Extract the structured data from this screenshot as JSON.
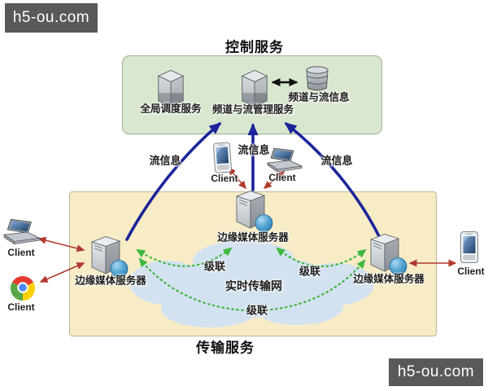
{
  "watermark": {
    "top_left": "h5-ou.com",
    "bottom_right": "h5-ou.com"
  },
  "control": {
    "title": "控制服务",
    "nodes": [
      {
        "id": "global-scheduler",
        "label": "全局调度服务",
        "icon": "server-box-icon"
      },
      {
        "id": "channel-stream-manager",
        "label": "频道与流管理服务",
        "icon": "server-box-icon"
      },
      {
        "id": "channel-stream-info",
        "label": "频道与流信息",
        "icon": "database-icon"
      }
    ]
  },
  "transport": {
    "title": "传输服务",
    "cloud_label": "实时传输网",
    "servers": [
      {
        "id": "edge-server-left",
        "label": "边缘媒体服务器",
        "icon": "edge-server-icon"
      },
      {
        "id": "edge-server-middle",
        "label": "边缘媒体服务器",
        "icon": "edge-server-icon"
      },
      {
        "id": "edge-server-right",
        "label": "边缘媒体服务器",
        "icon": "edge-server-icon"
      }
    ]
  },
  "clients": [
    {
      "id": "client-laptop-left",
      "label": "Client",
      "icon": "laptop-icon"
    },
    {
      "id": "client-chrome-left",
      "label": "Client",
      "icon": "chrome-browser-icon"
    },
    {
      "id": "client-phone-middle",
      "label": "Client",
      "icon": "phone-icon"
    },
    {
      "id": "client-laptop-middle",
      "label": "Client",
      "icon": "laptop-icon"
    },
    {
      "id": "client-phone-right",
      "label": "Client",
      "icon": "phone-icon"
    }
  ],
  "edges": {
    "stream_info": [
      "流信息",
      "流信息",
      "流信息"
    ],
    "cascade": [
      "级联",
      "级联",
      "级联"
    ]
  },
  "colors": {
    "control_box_bg": "#d9e7cf",
    "transport_box_bg": "#f8ecc7",
    "cloud": "#d3e2f0",
    "blue_arrow": "#1b249b",
    "red_arrow": "#b03a2e",
    "green_dotted": "#3eb73e",
    "black_arrow": "#111111",
    "watermark_bg": "#595959",
    "watermark_text": "#ffffff"
  }
}
